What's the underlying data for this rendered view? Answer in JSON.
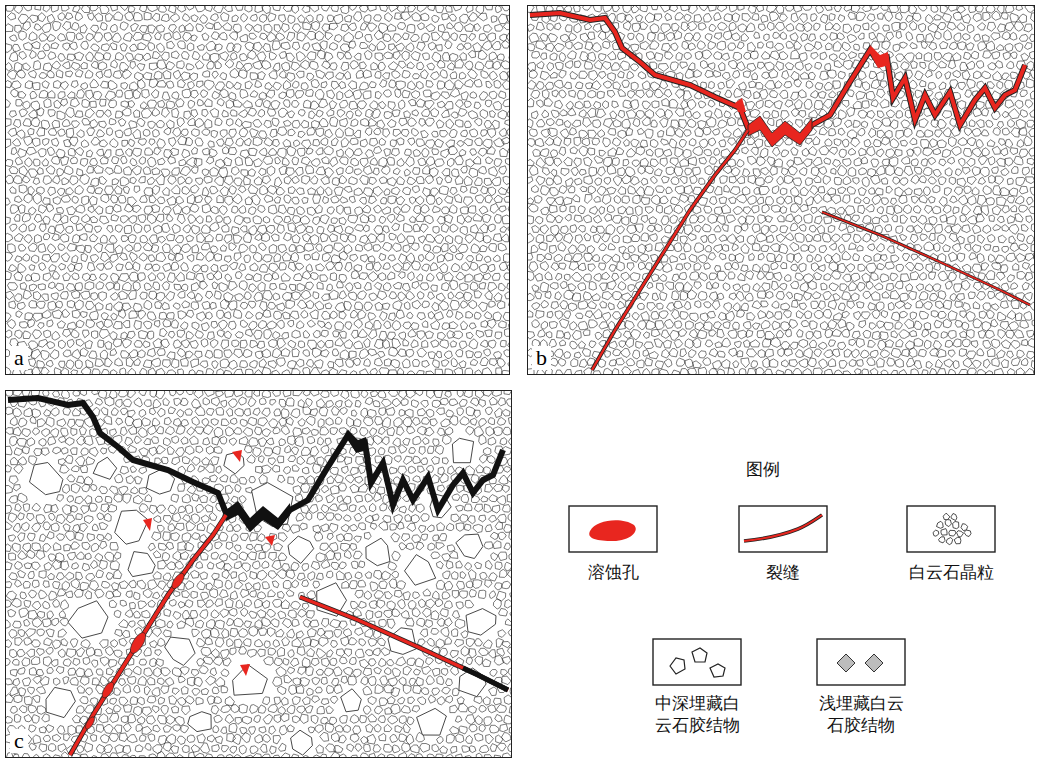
{
  "diagram": {
    "nodes": [
      {
        "text": [
          "a"
        ]
      },
      {
        "text": [
          "b"
        ]
      },
      {
        "text": [
          "c"
        ]
      }
    ],
    "labels": [
      "图例"
    ],
    "legend": [
      {
        "text": "溶蚀孔"
      },
      {
        "text": "裂缝"
      },
      {
        "text": "白云石晶粒"
      },
      {
        "text": "中深埋藏白云石胶结物"
      },
      {
        "text": "浅埋藏白云石胶结物"
      }
    ]
  }
}
